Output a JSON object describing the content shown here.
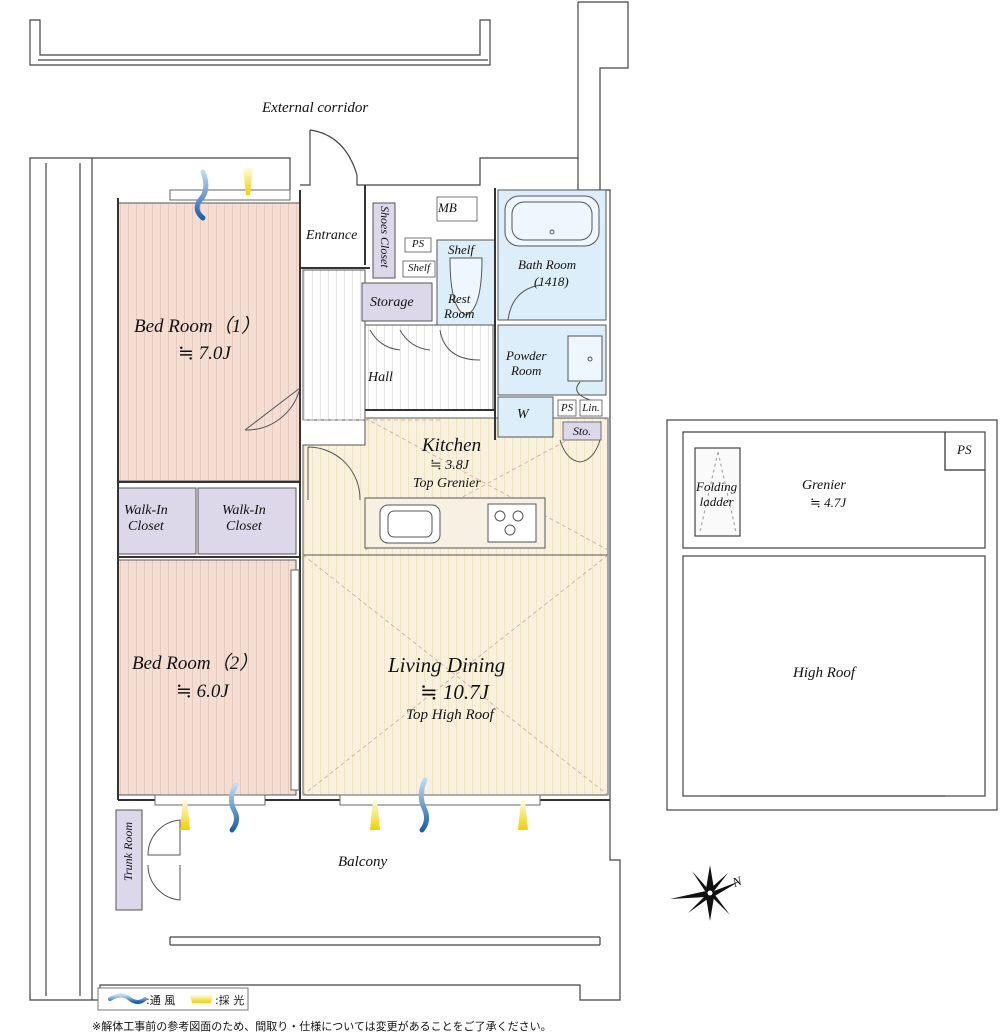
{
  "labels": {
    "external_corridor": "External corridor",
    "entrance": "Entrance",
    "shoes_closet": "Shoes Closet",
    "mb": "MB",
    "ps1": "PS",
    "shelf_left": "Shelf",
    "shelf_right": "Shelf",
    "rest_room": "Rest\nRoom",
    "storage": "Storage",
    "bath_room": "Bath Room",
    "bath_room_size": "(1418)",
    "powder_room": "Powder\nRoom",
    "hall": "Hall",
    "w": "W",
    "ps2": "PS",
    "lin": "Lin.",
    "sto": "Sto.",
    "bed1_name": "Bed Room（1）",
    "bed1_size": "≒ 7.0J",
    "walkin1": "Walk-In\nCloset",
    "walkin2": "Walk-In\nCloset",
    "bed2_name": "Bed Room（2）",
    "bed2_size": "≒ 6.0J",
    "kitchen_name": "Kitchen",
    "kitchen_size": "≒ 3.8J",
    "kitchen_sub": "Top Grenier",
    "living_name": "Living Dining",
    "living_size": "≒ 10.7J",
    "living_sub": "Top High Roof",
    "trunk_room": "Trunk Room",
    "balcony": "Balcony",
    "grenier_name": "Grenier",
    "grenier_size": "≒ 4.7J",
    "folding_ladder": "Folding\nladder",
    "ps3": "PS",
    "high_roof": "High Roof",
    "compass_n": "N"
  },
  "legend": {
    "ventilation": ":通 風",
    "lighting": ":採 光"
  },
  "note": "※解体工事前の参考図面のため、間取り・仕様については変更があることをご了承ください。",
  "colors": {
    "bedroom": "#f3ddd3",
    "living": "#f8f0dc",
    "wet": "#dbeefa",
    "closet": "#dcd8ea",
    "wind": "#3b7fc4",
    "light": "#f0d000",
    "wall": "#333333"
  }
}
